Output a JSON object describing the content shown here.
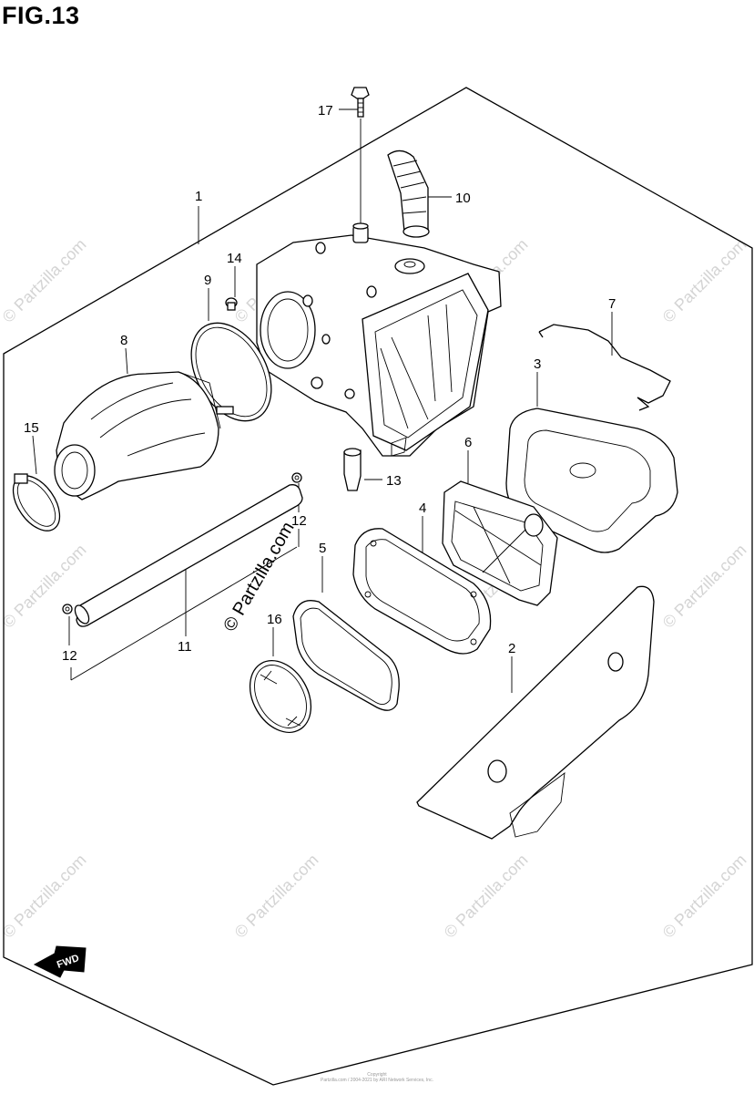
{
  "figure": {
    "title": "FIG.13"
  },
  "callouts": [
    {
      "id": "p17",
      "label": "17"
    },
    {
      "id": "p10",
      "label": "10"
    },
    {
      "id": "p1",
      "label": "1"
    },
    {
      "id": "p14",
      "label": "14"
    },
    {
      "id": "p9",
      "label": "9"
    },
    {
      "id": "p7",
      "label": "7"
    },
    {
      "id": "p8",
      "label": "8"
    },
    {
      "id": "p3",
      "label": "3"
    },
    {
      "id": "p15",
      "label": "15"
    },
    {
      "id": "p6",
      "label": "6"
    },
    {
      "id": "p13",
      "label": "13"
    },
    {
      "id": "p4",
      "label": "4"
    },
    {
      "id": "p12a",
      "label": "12"
    },
    {
      "id": "p5",
      "label": "5"
    },
    {
      "id": "p16",
      "label": "16"
    },
    {
      "id": "p11",
      "label": "11"
    },
    {
      "id": "p12b",
      "label": "12"
    },
    {
      "id": "p2",
      "label": "2"
    }
  ],
  "watermark": {
    "text": "© Partzilla.com"
  },
  "fwd_arrow": {
    "label": "FWD"
  },
  "footer": {
    "line1": "Copyright",
    "line2": "Partzilla.com / 2004-2021 by ARI Network Services, Inc."
  }
}
